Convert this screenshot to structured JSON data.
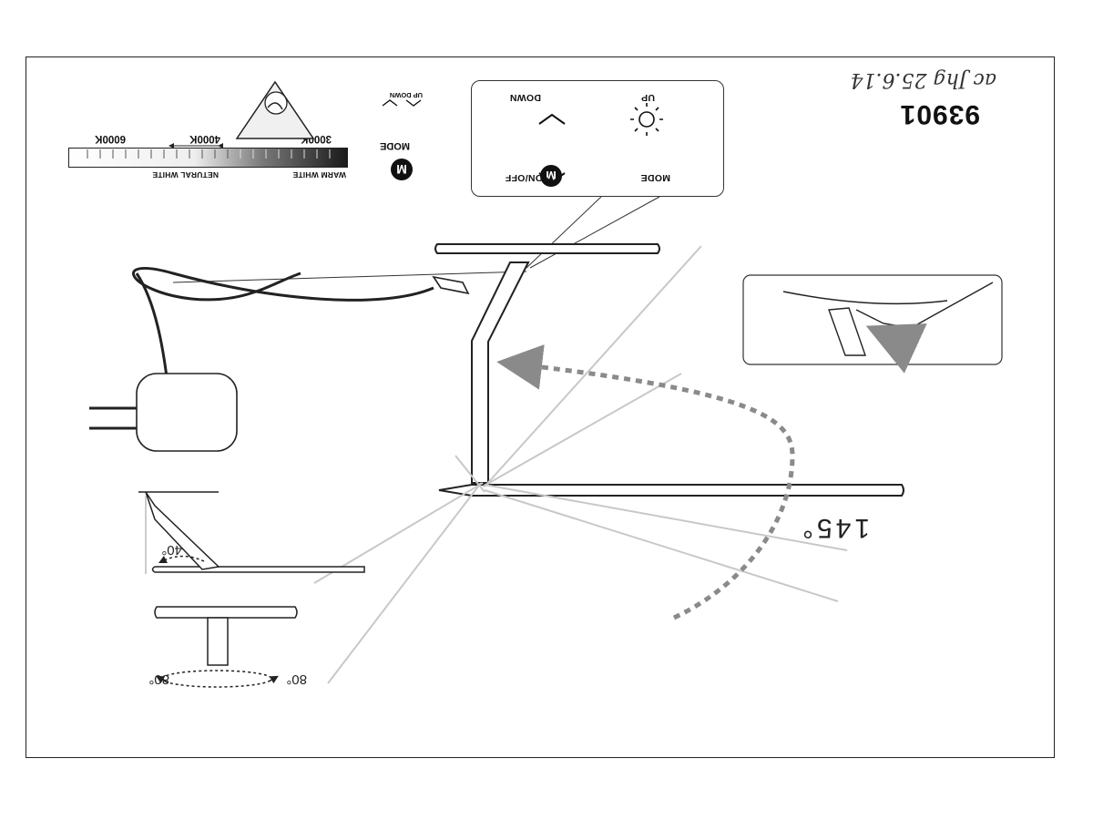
{
  "header": {
    "model_number": "93901",
    "signature_note": "ac Jhg 25.6.14"
  },
  "controls_panel": {
    "buttons": [
      {
        "label": "ON/OFF",
        "icon": "sun-icon"
      },
      {
        "label": "MODE",
        "icon": "mode-m-icon",
        "badge": "M"
      },
      {
        "label": "DOWN",
        "icon": "chevron-down-icon"
      },
      {
        "label": "UP",
        "icon": "chevron-up-icon"
      }
    ]
  },
  "mode_legend": {
    "badge": "M",
    "label": "MODE",
    "updown_label": "UP DOWN"
  },
  "color_temperature": {
    "ticks": [
      "3000K",
      "4000K",
      "6000K"
    ],
    "scale_labels": [
      "WARM WHITE",
      "NETURAL WHITE"
    ]
  },
  "angles": {
    "arm_rotation": "145°",
    "head_tilt": "40°",
    "swivel_left": "80°",
    "swivel_right": "80°"
  },
  "colors": {
    "line": "#222222",
    "ghost": "#bdbdbd",
    "arrow": "#8a8a8a"
  }
}
